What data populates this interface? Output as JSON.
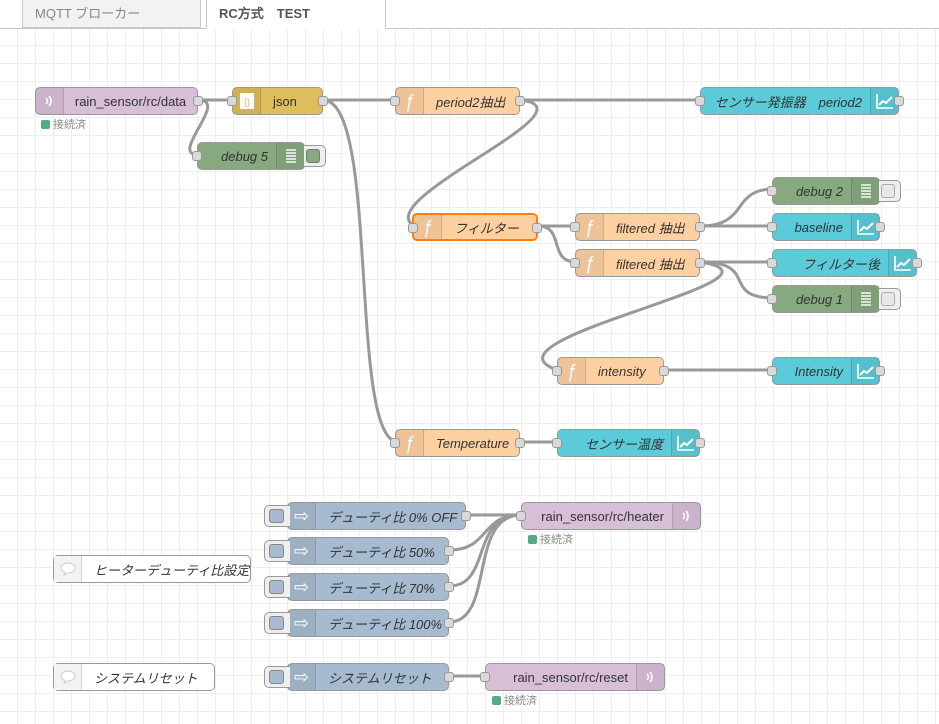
{
  "tabs": [
    {
      "label": "MQTT ブローカー",
      "active": false
    },
    {
      "label": "RC方式　TEST",
      "active": true
    }
  ],
  "colors": {
    "mqtt": "#d8bfd8",
    "json": "#debd5c",
    "function": "#fdd0a2",
    "chart": "#5bcbd9",
    "debug": "#87a980",
    "inject": "#a6bbcf",
    "wire": "#999999",
    "selected": "#ff7f0e",
    "status_connected": "#55aa88"
  },
  "nodes": {
    "mqtt_in_data": {
      "label": "rain_sensor/rc/data",
      "icon": "mqtt-icon",
      "status": "接続済"
    },
    "json": {
      "label": "json",
      "icon": "json-icon"
    },
    "debug5": {
      "label": "debug 5",
      "icon": "debug-icon"
    },
    "period2": {
      "label": "period2抽出",
      "icon": "function-icon"
    },
    "chart_period2": {
      "label": "センサー発振器　period2",
      "icon": "chart-icon"
    },
    "filter": {
      "label": "フィルター",
      "icon": "function-icon"
    },
    "filtered1": {
      "label": "filtered 抽出",
      "icon": "function-icon"
    },
    "filtered2": {
      "label": "filtered 抽出",
      "icon": "function-icon"
    },
    "debug2": {
      "label": "debug 2",
      "icon": "debug-icon"
    },
    "baseline": {
      "label": "baseline",
      "icon": "chart-icon"
    },
    "chart_filter": {
      "label": "フィルター後",
      "icon": "chart-icon"
    },
    "debug1": {
      "label": "debug 1",
      "icon": "debug-icon"
    },
    "intensity": {
      "label": "intensity",
      "icon": "function-icon"
    },
    "chart_intensity": {
      "label": "Intensity",
      "icon": "chart-icon"
    },
    "temperature": {
      "label": "Temperature",
      "icon": "function-icon"
    },
    "chart_temp": {
      "label": "センサー温度",
      "icon": "chart-icon"
    },
    "inject_0": {
      "label": "デューティ比 0% OFF",
      "icon": "inject-icon"
    },
    "inject_50": {
      "label": "デューティ比 50%",
      "icon": "inject-icon"
    },
    "inject_70": {
      "label": "デューティ比 70%",
      "icon": "inject-icon"
    },
    "inject_100": {
      "label": "デューティ比 100%",
      "icon": "inject-icon"
    },
    "mqtt_out_heater": {
      "label": "rain_sensor/rc/heater",
      "icon": "mqtt-icon",
      "status": "接続済"
    },
    "comment_heater": {
      "label": "ヒーターデューティ比設定",
      "icon": "comment-icon"
    },
    "comment_reset": {
      "label": "システムリセット",
      "icon": "comment-icon"
    },
    "inject_reset": {
      "label": "システムリセット",
      "icon": "inject-icon"
    },
    "mqtt_out_reset": {
      "label": "rain_sensor/rc/reset",
      "icon": "mqtt-icon",
      "status": "接続済"
    }
  }
}
